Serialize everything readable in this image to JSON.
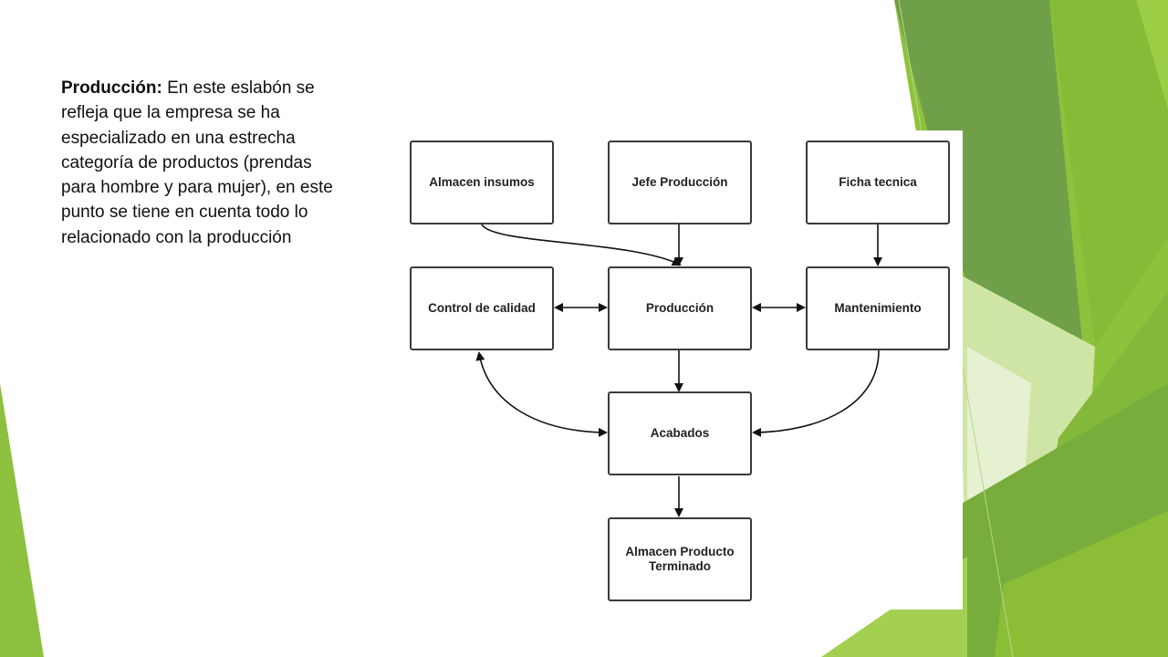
{
  "slide": {
    "heading": "Producción:",
    "body": " En este eslabón se refleja que la empresa se ha especializado en una estrecha categoría de productos (prendas para hombre y para mujer), en este punto se tiene en cuenta todo lo relacionado con la producción"
  },
  "diagram": {
    "nodes": {
      "almacen_insumos": "Almacen insumos",
      "jefe_produccion": "Jefe Producción",
      "ficha_tecnica": "Ficha tecnica",
      "control_calidad": "Control de calidad",
      "produccion": "Producción",
      "mantenimiento": "Mantenimiento",
      "acabados": "Acabados",
      "almacen_producto_line1": "Almacen Producto",
      "almacen_producto_line2": "Terminado"
    }
  },
  "colors": {
    "green_dark": "#5e9a2e",
    "green_mid": "#7aab3a",
    "green_light": "#9cc94a",
    "green_pale": "#d6e8b4"
  }
}
